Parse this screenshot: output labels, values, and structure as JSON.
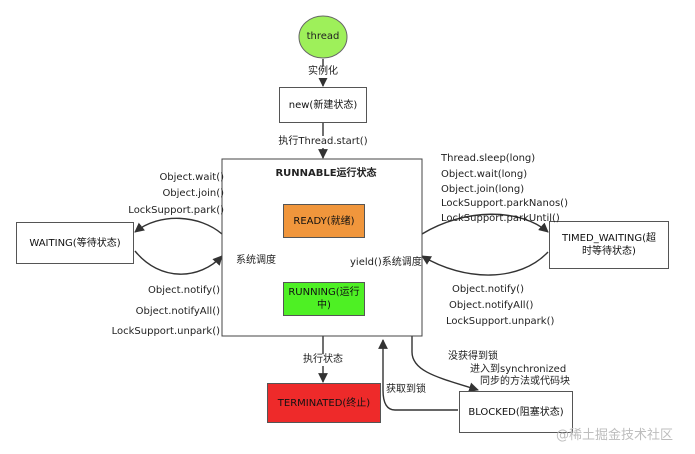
{
  "nodes": {
    "thread": "thread",
    "new": "new(新建状态)",
    "runnable": "RUNNABLE运行状态",
    "ready": "READY(就绪)",
    "running": "RUNNING(运行中)",
    "waiting": "WAITING(等待状态)",
    "timed_waiting": "TIMED_WAITING(超时等待状态)",
    "terminated": "TERMINATED(终止)",
    "blocked": "BLOCKED(阻塞状态)"
  },
  "edges": {
    "instantiate": "实例化",
    "start": "执行Thread.start()",
    "schedule_left": "系统调度",
    "yield": "yield()系统调度",
    "exec_state": "执行状态",
    "acquire_lock": "获取到锁",
    "no_lock": "没获得到锁",
    "enter_sync": [
      "进入到synchronized",
      "同步的方法或代码块"
    ],
    "to_waiting": [
      "Object.wait()",
      "Object.join()",
      "LockSupport.park()"
    ],
    "from_waiting": [
      "Object.notify()",
      "Object.notifyAll()",
      "LockSupport.unpark()"
    ],
    "to_timed": [
      "Thread.sleep(long)",
      "Object.wait(long)",
      "Object.join(long)",
      "LockSupport.parkNanos()",
      "LockSupport.parkUntil()"
    ],
    "from_timed": [
      "Object.notify()",
      "Object.notifyAll()",
      "LockSupport.unpark()"
    ]
  },
  "colors": {
    "thread": "#9ef05a",
    "ready": "#f0963c",
    "running": "#4ef024",
    "terminated": "#ee2a2a"
  },
  "watermark": "@稀土掘金技术社区"
}
